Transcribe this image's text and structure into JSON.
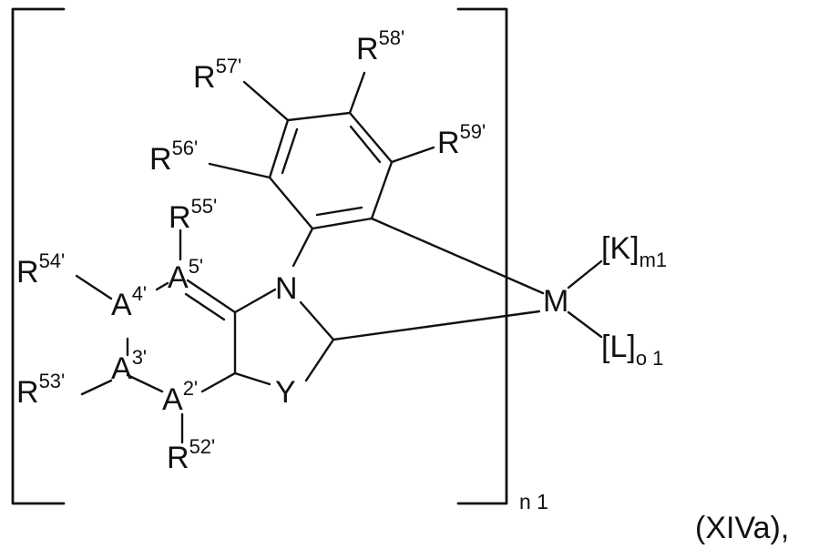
{
  "atoms": {
    "r58": {
      "base": "R",
      "sup": "58'"
    },
    "r57": {
      "base": "R",
      "sup": "57'"
    },
    "r59": {
      "base": "R",
      "sup": "59'"
    },
    "r56": {
      "base": "R",
      "sup": "56'"
    },
    "r55": {
      "base": "R",
      "sup": "55'"
    },
    "r54": {
      "base": "R",
      "sup": "54'"
    },
    "r53": {
      "base": "R",
      "sup": "53'"
    },
    "r52": {
      "base": "R",
      "sup": "52'"
    },
    "a5": {
      "base": "A",
      "sup": "5'"
    },
    "a4": {
      "base": "A",
      "sup": "4'"
    },
    "a3": {
      "base": "A",
      "sup": "3'"
    },
    "a2": {
      "base": "A",
      "sup": "2'"
    },
    "n": "N",
    "y": "Y",
    "m": "M",
    "k": {
      "base": "[K]",
      "sub": "m1"
    },
    "l": {
      "base": "[L]",
      "sub": "o 1"
    }
  },
  "repeat_subscript": "n 1",
  "formula_label": "(XIVa),"
}
